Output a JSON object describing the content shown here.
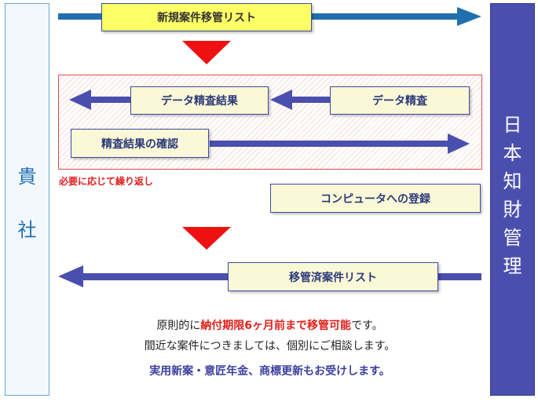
{
  "left_party": "貴社",
  "right_party": "日本知財管理",
  "steps": {
    "new_list": "新規案件移管リスト",
    "data_check_result": "データ精査結果",
    "data_check": "データ精査",
    "confirm_result": "精査結果の確認",
    "repeat_note": "必要に応じて繰り返し",
    "register": "コンピュータへの登録",
    "transferred_list": "移管済案件リスト"
  },
  "footer": {
    "line1_pre": "原則的に",
    "line1_bold": "納付期限6ヶ月前まで移管可能",
    "line1_post": "です。",
    "line2": "間近な案件につきましては、個別にご相談します。",
    "line3": "実用新案・意匠年金、商標更新もお受けします。"
  },
  "colors": {
    "arrow_blue": "#1f6fb0",
    "arrow_purple": "#4a4fae",
    "triangle_red": "#ee1111",
    "box_yellow": "#ffff66",
    "box_cream": "#fbf8d7"
  }
}
